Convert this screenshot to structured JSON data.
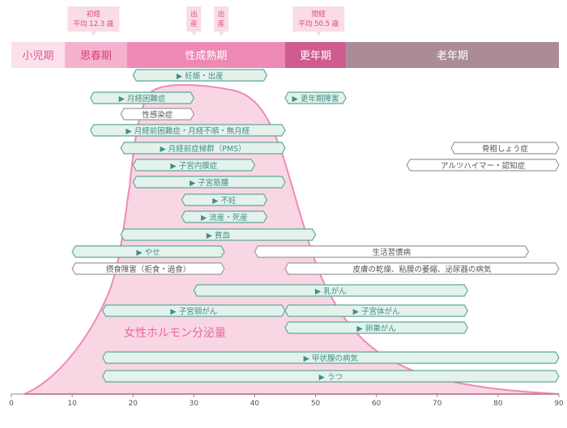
{
  "colors": {
    "teal_border": "#5ea89c",
    "teal_fill": "#e4f2ec",
    "teal_text": "#3f8f85",
    "gray_border": "#9a9a9a",
    "gray_text": "#555555",
    "hormone_fill": "#f9d6e4",
    "hormone_stroke": "#ef8ab5",
    "hormone_label": "#e8679c"
  },
  "stages": [
    {
      "label": "小児期",
      "from": 0,
      "to": 8.8,
      "fill": "#fbe1ec",
      "text": "#e2578c"
    },
    {
      "label": "思春期",
      "from": 8.8,
      "to": 19,
      "fill": "#f5b2cf",
      "text": "#e0407d"
    },
    {
      "label": "性成熟期",
      "from": 19,
      "to": 45,
      "fill": "#ee89b4",
      "text": "#ffffff"
    },
    {
      "label": "更年期",
      "from": 45,
      "to": 55,
      "fill": "#cf5b8f",
      "text": "#ffffff"
    },
    {
      "label": "老年期",
      "from": 55,
      "to": 90,
      "fill": "#ab8b98",
      "text": "#ffffff"
    }
  ],
  "callouts": [
    {
      "lines": [
        "初経",
        "平均 12.3 歳"
      ],
      "age": 13.5
    },
    {
      "lines": [
        "出",
        "産"
      ],
      "age": 30
    },
    {
      "lines": [
        "出",
        "産"
      ],
      "age": 34.5
    },
    {
      "lines": [
        "閉経",
        "平均 50.5 歳"
      ],
      "age": 50.5
    }
  ],
  "bars": [
    {
      "label": "妊娠・出産",
      "from": 20,
      "to": 42,
      "style": "teal"
    },
    {
      "label": "月経困難症",
      "from": 13,
      "to": 30,
      "style": "teal"
    },
    {
      "label": "更年期障害",
      "from": 45,
      "to": 55,
      "style": "teal"
    },
    {
      "label": "性感染症",
      "from": 18,
      "to": 30,
      "style": "gray"
    },
    {
      "label": "月経前困難症・月経不順・無月経",
      "from": 13,
      "to": 45,
      "style": "teal"
    },
    {
      "label": "月経前症候群（PMS）",
      "from": 18,
      "to": 45,
      "style": "teal"
    },
    {
      "label": "骨粗しょう症",
      "from": 72.3,
      "to": 90,
      "style": "gray"
    },
    {
      "label": "子宮内膜症",
      "from": 20,
      "to": 40,
      "style": "teal"
    },
    {
      "label": "アルツハイマー・認知症",
      "from": 65,
      "to": 90,
      "style": "gray"
    },
    {
      "label": "子宮筋腫",
      "from": 20,
      "to": 45,
      "style": "teal"
    },
    {
      "label": "不妊",
      "from": 28,
      "to": 42,
      "style": "teal"
    },
    {
      "label": "流産・死産",
      "from": 28,
      "to": 42,
      "style": "teal"
    },
    {
      "label": "貧血",
      "from": 18,
      "to": 50,
      "style": "teal"
    },
    {
      "label": "やせ",
      "from": 10,
      "to": 35,
      "style": "teal"
    },
    {
      "label": "生活習慣病",
      "from": 40,
      "to": 85,
      "style": "gray"
    },
    {
      "label": "摂食障害（拒食・過食）",
      "from": 10,
      "to": 35,
      "style": "gray"
    },
    {
      "label": "皮膚の乾燥、粘膜の萎縮、泌尿器の病気",
      "from": 45,
      "to": 90,
      "style": "gray"
    },
    {
      "label": "乳がん",
      "from": 30,
      "to": 75,
      "style": "teal"
    },
    {
      "label": "子宮頸がん",
      "from": 15,
      "to": 45,
      "style": "teal"
    },
    {
      "label": "子宮体がん",
      "from": 45,
      "to": 75,
      "style": "teal"
    },
    {
      "label": "卵巣がん",
      "from": 45,
      "to": 75,
      "style": "teal"
    },
    {
      "label": "甲状腺の病気",
      "from": 15,
      "to": 90,
      "style": "teal"
    },
    {
      "label": "うつ",
      "from": 15,
      "to": 90,
      "style": "teal"
    }
  ],
  "hormone_label": "女性ホルモン分泌量",
  "axis": {
    "min": 0,
    "max": 90,
    "ticks": [
      0,
      10,
      20,
      30,
      40,
      50,
      60,
      70,
      80,
      90
    ]
  }
}
